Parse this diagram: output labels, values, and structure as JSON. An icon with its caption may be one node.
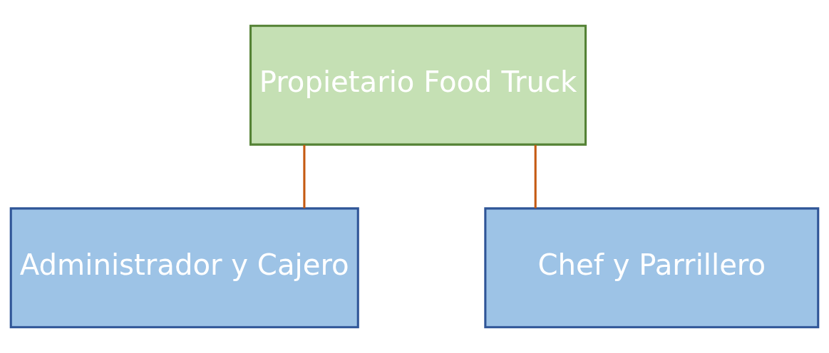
{
  "diagram": {
    "nodes": [
      {
        "text": [
          "Propietario Food Truck"
        ]
      },
      {
        "text": [
          "Administrador y Cajero"
        ]
      },
      {
        "text": [
          "Chef y Parrillero"
        ]
      }
    ],
    "edges": [
      {
        "from": 0,
        "to": 1,
        "arrow": "none"
      },
      {
        "from": 0,
        "to": 2,
        "arrow": "none"
      }
    ]
  }
}
